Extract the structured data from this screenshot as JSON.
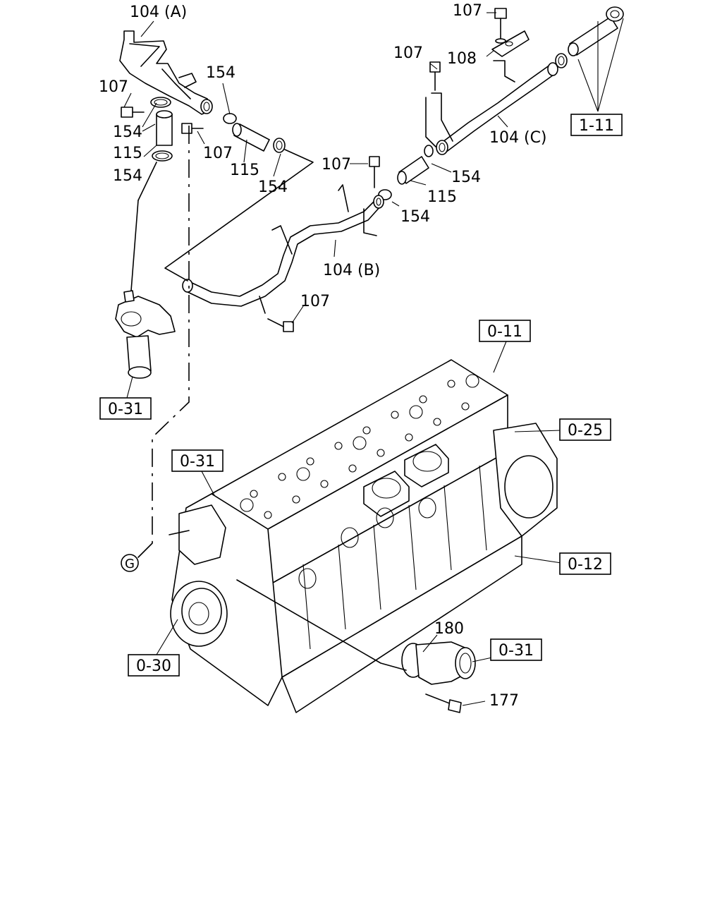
{
  "callouts": {
    "pipe_a": "104 (A)",
    "pipe_b": "104 (B)",
    "pipe_c": "104 (C)",
    "bolt_1": "107",
    "bolt_2": "107",
    "bolt_3": "107",
    "bolt_4": "107",
    "bolt_5": "107",
    "bolt_6": "107",
    "bracket": "108",
    "clip_1": "154",
    "clip_2": "154",
    "clip_3": "154",
    "clip_4": "154",
    "clip_5": "154",
    "clip_6": "154",
    "hose_1": "115",
    "hose_2": "115",
    "hose_3": "115",
    "gasket": "180",
    "outlet_bolt": "177",
    "connector_g": "G"
  },
  "references": {
    "ref_1_11": "1-11",
    "ref_0_11": "0-11",
    "ref_0_25": "0-25",
    "ref_0_31_top": "0-31",
    "ref_0_31_left": "0-31",
    "ref_0_31_right": "0-31",
    "ref_0_12": "0-12",
    "ref_0_30": "0-30"
  }
}
